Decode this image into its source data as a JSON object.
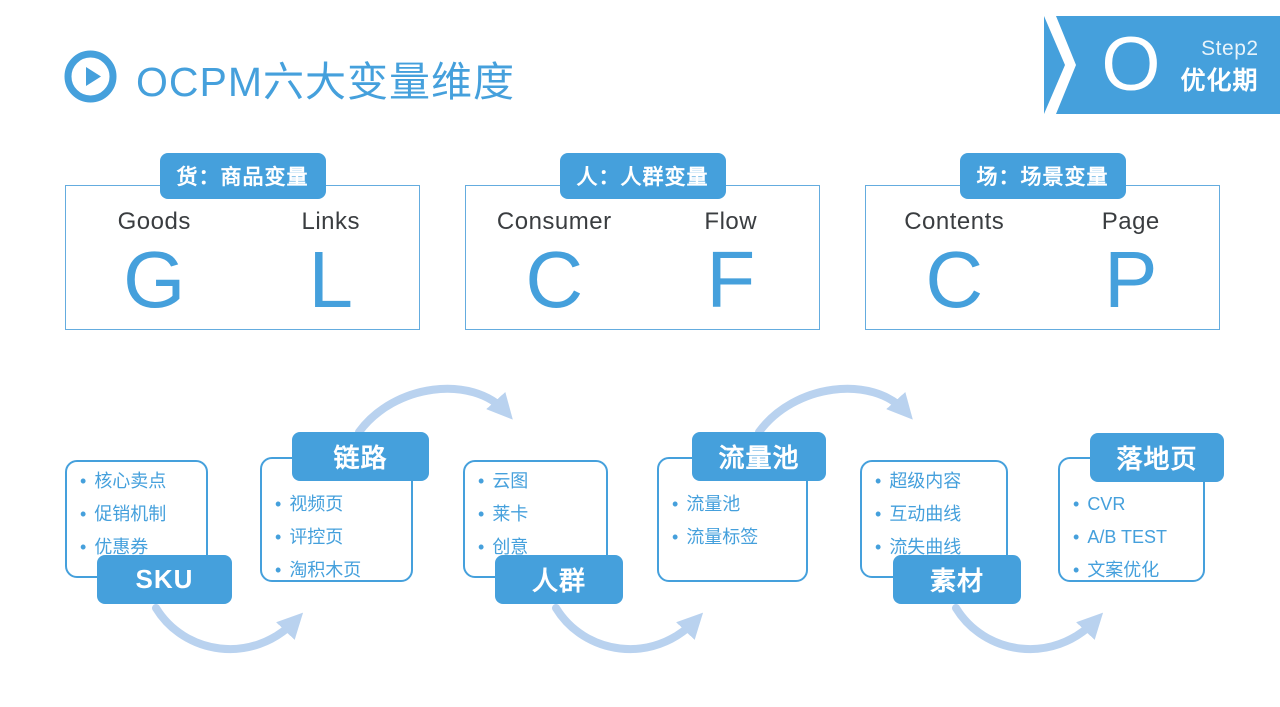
{
  "colors": {
    "accent": "#45a0dc",
    "arrow_light": "#b9d2ef",
    "text_dark": "#3a3d40"
  },
  "header": {
    "title": "OCPM六大变量维度",
    "icon": "play-icon"
  },
  "step_banner": {
    "letter": "O",
    "step": "Step2",
    "phase": "优化期"
  },
  "dimension_boxes": [
    {
      "tag": "货：商品变量",
      "columns": [
        {
          "word": "Goods",
          "letter": "G"
        },
        {
          "word": "Links",
          "letter": "L"
        }
      ]
    },
    {
      "tag": "人：人群变量",
      "columns": [
        {
          "word": "Consumer",
          "letter": "C"
        },
        {
          "word": "Flow",
          "letter": "F"
        }
      ]
    },
    {
      "tag": "场：场景变量",
      "columns": [
        {
          "word": "Contents",
          "letter": "C"
        },
        {
          "word": "Page",
          "letter": "P"
        }
      ]
    }
  ],
  "flow": {
    "groups": [
      {
        "label": "SKU",
        "label_position": "bottom",
        "items": [
          "核心卖点",
          "促销机制",
          "优惠券"
        ]
      },
      {
        "label": "链路",
        "label_position": "top",
        "items": [
          "视频页",
          "评控页",
          "淘积木页"
        ]
      },
      {
        "label": "人群",
        "label_position": "bottom",
        "items": [
          "云图",
          "莱卡",
          "创意"
        ]
      },
      {
        "label": "流量池",
        "label_position": "top",
        "items": [
          "流量池",
          "流量标签"
        ]
      },
      {
        "label": "素材",
        "label_position": "bottom",
        "items": [
          "超级内容",
          "互动曲线",
          "流失曲线"
        ]
      },
      {
        "label": "落地页",
        "label_position": "top",
        "items": [
          "CVR",
          "A/B TEST",
          "文案优化"
        ]
      }
    ],
    "arrow_directions": [
      "under",
      "over",
      "under",
      "over",
      "under"
    ]
  }
}
